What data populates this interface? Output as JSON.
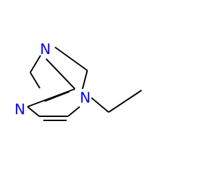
{
  "molecule": {
    "atoms": [
      {
        "id": "n1",
        "symbol": "N"
      },
      {
        "id": "n2",
        "symbol": "N"
      },
      {
        "id": "n3",
        "symbol": "N"
      }
    ],
    "colors": {
      "nitrogen": "#0000ff",
      "bond": "#000000",
      "background": "#ffffff"
    }
  }
}
